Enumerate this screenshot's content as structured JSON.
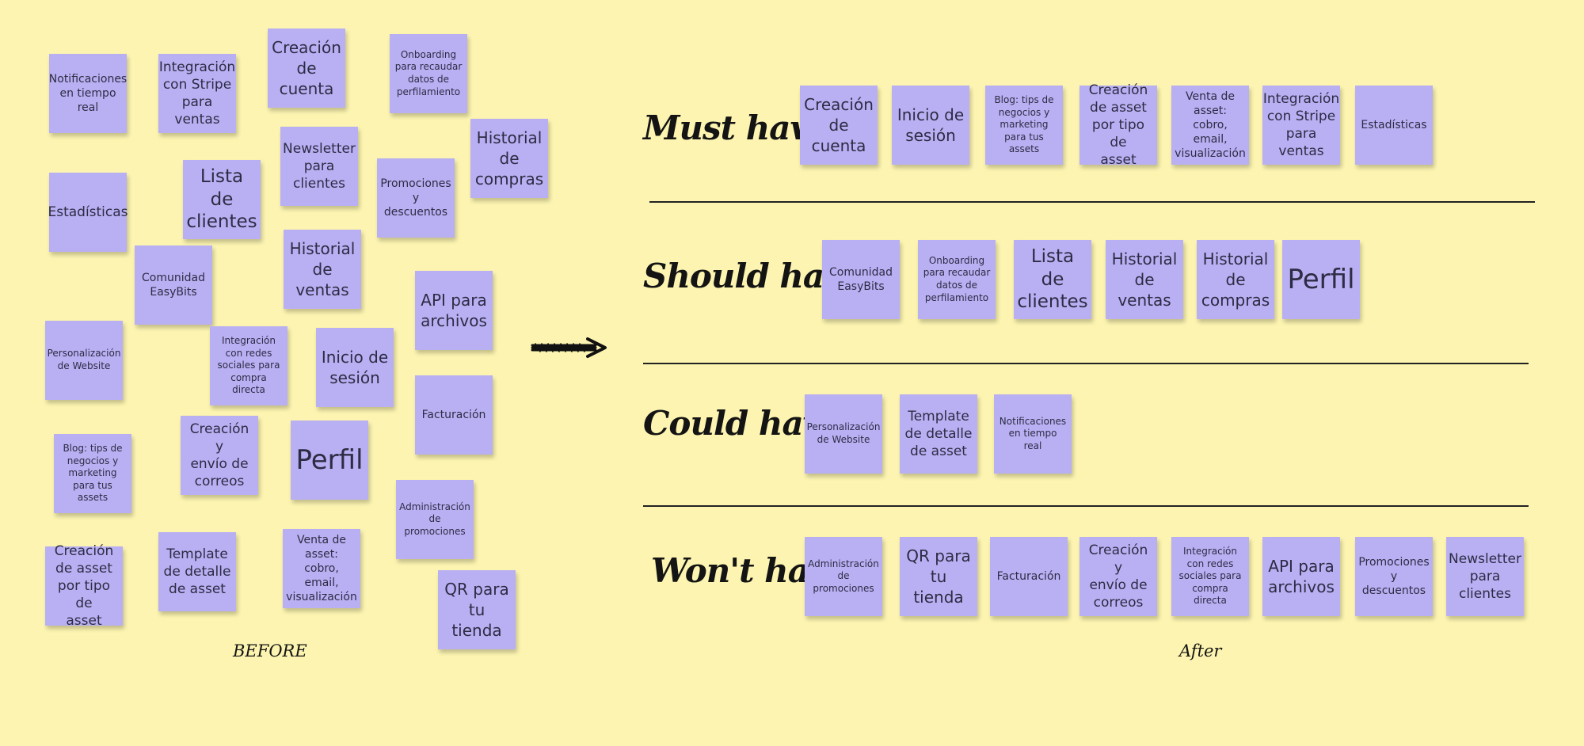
{
  "before": {
    "caption": "BEFORE",
    "notes": [
      "Notificaciones\nen tiempo real",
      "Integración\ncon Stripe\npara\nventas",
      "Creación\nde\ncuenta",
      "Onboarding\npara recaudar\ndatos de\nperfilamiento",
      "Historial\nde\ncompras",
      "Newsletter\npara\nclientes",
      "Estadísticas",
      "Lista de\nclientes",
      "Promociones\ny descuentos",
      "Historial\nde\nventas",
      "Comunidad\nEasyBits",
      "API para\narchivos",
      "Personalización\nde Website",
      "Integración\ncon redes\nsociales para\ncompra\ndirecta",
      "Inicio de\nsesión",
      "Facturación",
      "Blog: tips de\nnegocios y\nmarketing\npara tus\nassets",
      "Creación y\nenvío de\ncorreos",
      "Perfil",
      "Administración\nde\npromociones",
      "Creación\nde asset\npor tipo de\nasset",
      "Template\nde detalle\nde asset",
      "Venta de\nasset: cobro,\nemail,\nvisualización",
      "QR para\ntu\ntienda"
    ]
  },
  "after": {
    "caption": "After",
    "categories": [
      {
        "label": "Must have",
        "notes": [
          "Creación\nde\ncuenta",
          "Inicio de\nsesión",
          "Blog: tips de\nnegocios y\nmarketing\npara tus\nassets",
          "Creación\nde asset\npor tipo de\nasset",
          "Venta de\nasset: cobro,\nemail,\nvisualización",
          "Integración\ncon Stripe\npara\nventas",
          "Estadísticas"
        ]
      },
      {
        "label": "Should have",
        "notes": [
          "Comunidad\nEasyBits",
          "Onboarding\npara recaudar\ndatos de\nperfilamiento",
          "Lista de\nclientes",
          "Historial\nde\nventas",
          "Historial\nde\ncompras",
          "Perfil"
        ]
      },
      {
        "label": "Could have",
        "notes": [
          "Personalización\nde Website",
          "Template\nde detalle\nde asset",
          "Notificaciones\nen tiempo real"
        ]
      },
      {
        "label": "Won't have",
        "notes": [
          "Administración\nde\npromociones",
          "QR para\ntu\ntienda",
          "Facturación",
          "Creación y\nenvío de\ncorreos",
          "Integración\ncon redes\nsociales para\ncompra\ndirecta",
          "API para\narchivos",
          "Promociones\ny descuentos",
          "Newsletter\npara\nclientes"
        ]
      }
    ]
  },
  "colors": {
    "background": "#fcf4b0",
    "sticky_note": "#b9b0f3",
    "ink": "#141414"
  }
}
